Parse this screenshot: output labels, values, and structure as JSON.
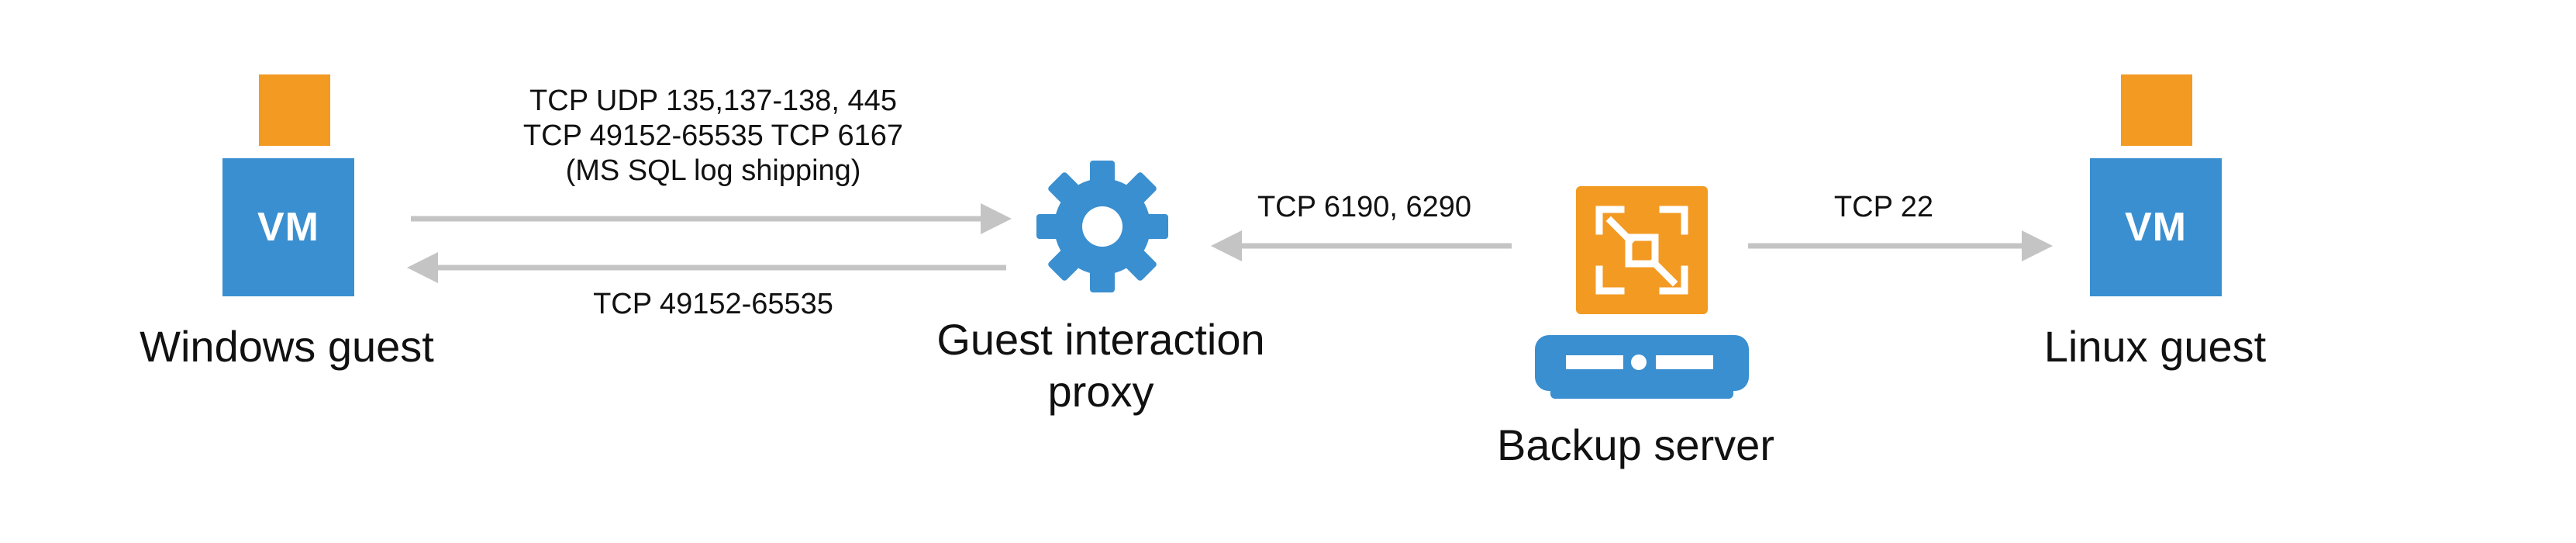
{
  "colors": {
    "vm_blue": "#3a8fd0",
    "accent_orange": "#f39a22",
    "arrow_gray": "#c4c4c4",
    "text": "#111111"
  },
  "nodes": {
    "windows_guest": {
      "vm_text": "VM",
      "label": "Windows guest",
      "badge_icon": "windows-logo-icon"
    },
    "proxy": {
      "label_line1": "Guest interaction",
      "label_line2": "proxy",
      "icon": "gear-icon"
    },
    "backup_server": {
      "label": "Backup server",
      "icon": "veeam-backup-icon",
      "device_icon": "server-chassis-icon"
    },
    "linux_guest": {
      "vm_text": "VM",
      "label": "Linux guest",
      "badge_icon": "linux-penguin-icon"
    }
  },
  "connections": {
    "proxy_to_windows": {
      "line1": "TCP UDP 135,137-138, 445",
      "line2": "TCP 49152-65535 TCP 6167",
      "line3": "(MS SQL log shipping)"
    },
    "windows_to_proxy": {
      "label": "TCP 49152-65535"
    },
    "backup_to_proxy": {
      "label": "TCP 6190, 6290"
    },
    "backup_to_linux": {
      "label": "TCP 22"
    }
  }
}
